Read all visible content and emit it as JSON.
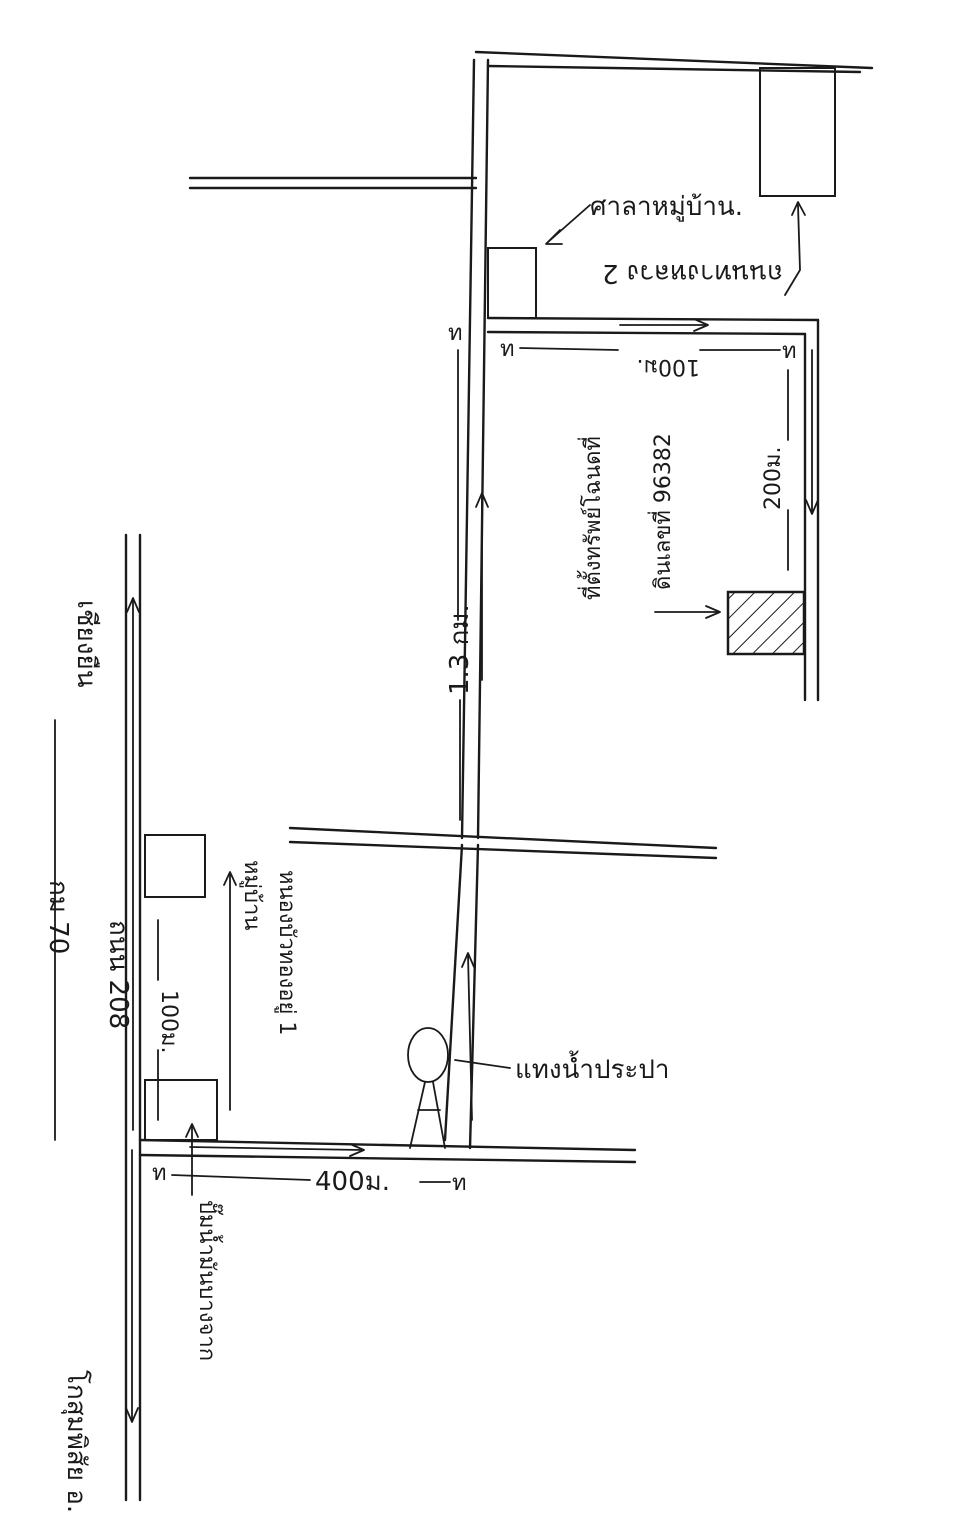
{
  "map": {
    "labels": {
      "village_hall": "ศาลาหมู่บ้าน.",
      "km_marker": "1.3 กม.",
      "dist_100m_top": "100ม.",
      "dist_200m": "200ม.",
      "dist_400m": "400ม.",
      "dist_100m_left": "100ม.",
      "water_tower": "แทงน้ำประปา",
      "highway_road": "ถนน 208",
      "highway_km": "กม 70",
      "toward_a": "เชียงยืน",
      "toward_b": "โกสุมพิสัย อ.",
      "hatched_line1": "ที่ตั้งทรัพย์โฉนดที่",
      "hatched_line2": "ดินเลขที่ 96382",
      "right_note": "ถนนทางหลวง 2",
      "left_note1": "หมู่บ้าน",
      "left_note2": "หนองบัวทองอยู่ 1",
      "gas_station": "ปั๊มน้ำมันบางจาก"
    }
  }
}
